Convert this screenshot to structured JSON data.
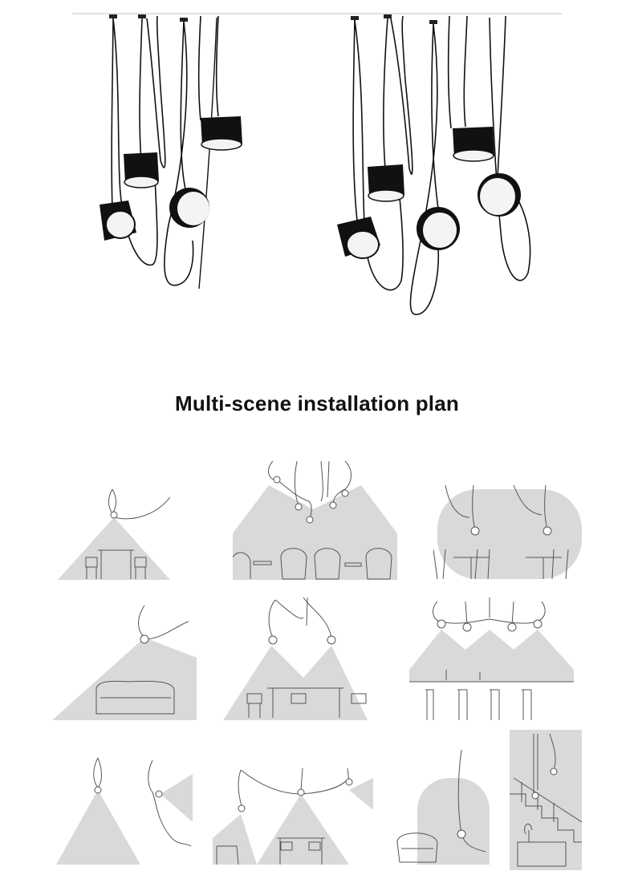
{
  "heading": "Multi-scene installation plan",
  "colors": {
    "background": "#ffffff",
    "lamp_body": "#111111",
    "cord": "#111111",
    "light_cone": "#d9d9d9",
    "sketch_line": "#555555"
  },
  "scenes": [
    {
      "id": "single-lamp-table"
    },
    {
      "id": "cluster-lamps-armchairs"
    },
    {
      "id": "two-lamps-cafe"
    },
    {
      "id": "lamp-over-sofa"
    },
    {
      "id": "two-lamps-dining"
    },
    {
      "id": "row-lamps-bar"
    },
    {
      "id": "two-wall-lamps"
    },
    {
      "id": "three-lamps-desk"
    },
    {
      "id": "floor-lamp-armchair"
    },
    {
      "id": "stairwell-lamps"
    }
  ]
}
